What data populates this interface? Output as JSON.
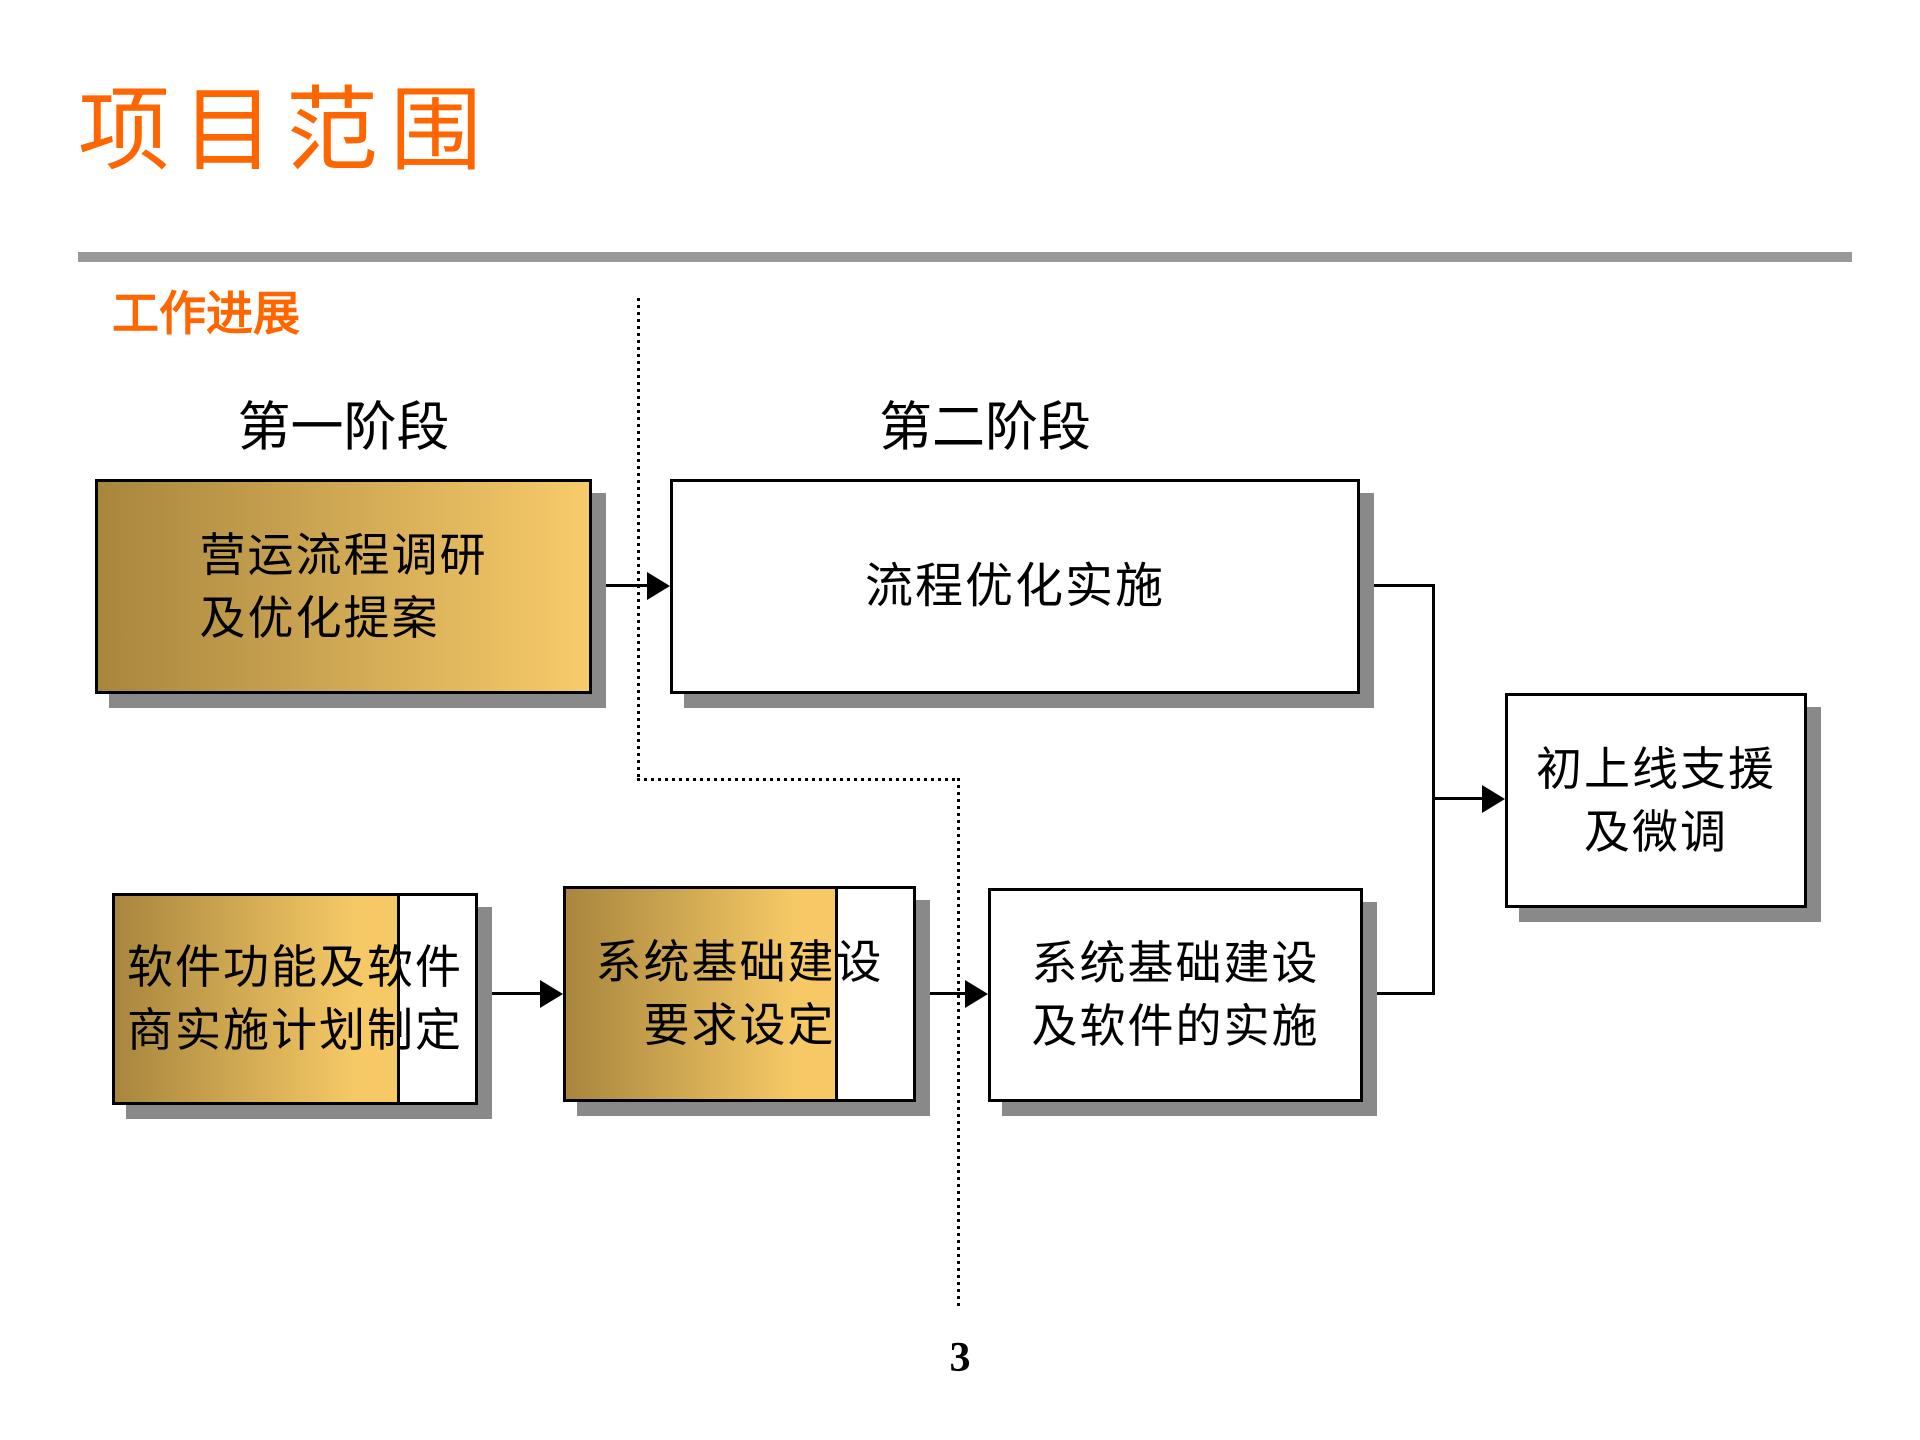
{
  "slide": {
    "title": "项目范围",
    "section_label": "工作进展",
    "page_number": "3"
  },
  "phases": [
    {
      "label": "第一阶段"
    },
    {
      "label": "第二阶段"
    }
  ],
  "flow": {
    "box_a": {
      "lines": [
        "营运流程调研",
        "及优化提案"
      ]
    },
    "box_b": {
      "lines": [
        "流程优化实施"
      ]
    },
    "box_c": {
      "lines": [
        "软件功能及软件",
        "商实施计划制定"
      ]
    },
    "box_d": {
      "lines": [
        "系统基础建设",
        "要求设定"
      ]
    },
    "box_e": {
      "lines": [
        "系统基础建设",
        "及软件的实施"
      ]
    },
    "box_f": {
      "lines": [
        "初上线支援",
        "及微调"
      ]
    }
  },
  "colors": {
    "accent_orange": "#FF6600",
    "gold_dark": "#A8863E",
    "gold_light": "#F8CB6A",
    "shadow_gray": "#898989",
    "rule_gray": "#999999"
  }
}
